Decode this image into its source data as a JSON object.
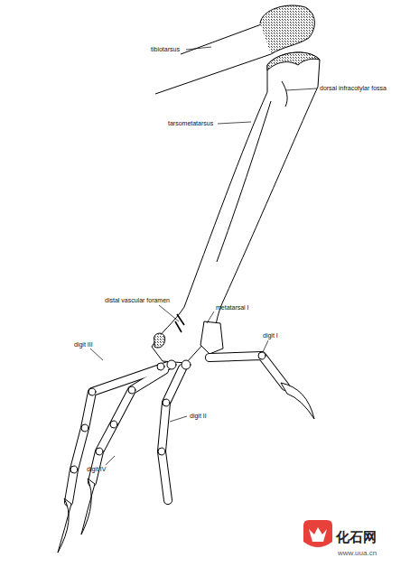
{
  "diagram": {
    "labels": [
      "tibiotarsus",
      "dorsal infracotylar fossa",
      "tarsometatarsus",
      "distal vascular foramen",
      "metatarsal I",
      "digit III",
      "digit I",
      "digit II",
      "digit IV",
      "化石网",
      "www.uua.cn"
    ]
  }
}
